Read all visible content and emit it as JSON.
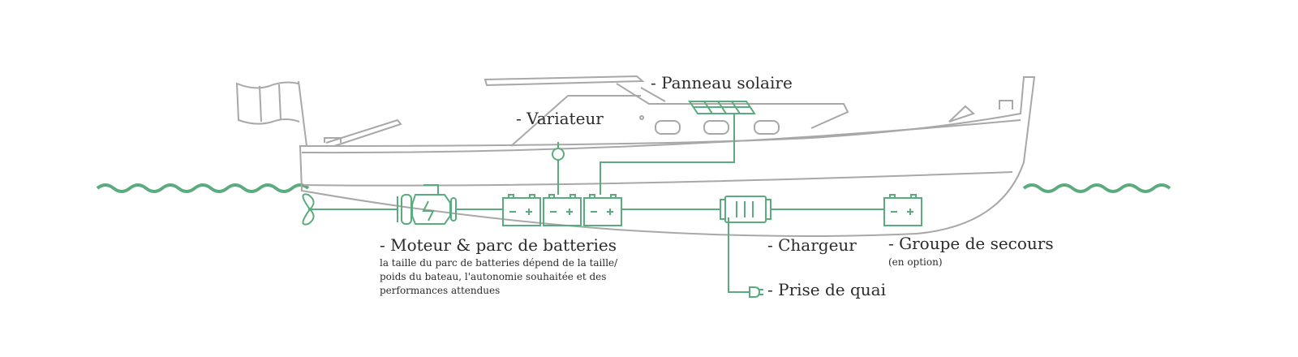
{
  "labels": {
    "panneau_solaire": "- Panneau solaire",
    "variateur": "- Variateur",
    "moteur": "- Moteur & parc de batteries",
    "moteur_desc": [
      "la taille du parc de batteries dépend de la taille/",
      "poids du bateau, l'autonomie souhaitée et des",
      "performances attendues"
    ],
    "chargeur": "- Chargeur",
    "groupe": "- Groupe de secours",
    "groupe_note": "(en option)",
    "prise": "- Prise de quai"
  },
  "colors": {
    "hull": "#a8a8a8",
    "electric": "#5aab7d",
    "water": "#5aab7d",
    "text": "#2b2b2b"
  }
}
